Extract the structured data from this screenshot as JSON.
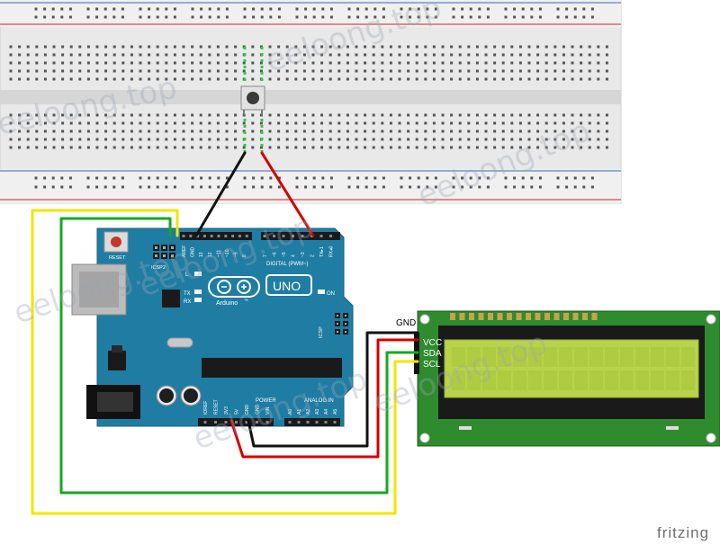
{
  "watermark": "eeloong.top",
  "branding": "fritzing",
  "arduino": {
    "brand": "Arduino",
    "model": "UNO",
    "trademark": "™",
    "reset_label": "RESET",
    "icsp2_label": "ICSP2",
    "icsp_label": "ICSP",
    "tx_label": "TX",
    "rx_label": "RX",
    "l_label": "L",
    "on_label": "ON",
    "digital_label": "DIGITAL (PWM~)",
    "power_label": "POWER",
    "analog_label": "ANALOG IN",
    "digital_pins": [
      "AREF",
      "GND",
      "13",
      "12",
      "~11",
      "~10",
      "~9",
      "8",
      "7",
      "~6",
      "~5",
      "4",
      "~3",
      "2",
      "TX▸1",
      "RX◂0"
    ],
    "power_pins": [
      "IOREF",
      "RESET",
      "3V3",
      "5V",
      "GND",
      "GND",
      "VIN"
    ],
    "analog_pins": [
      "A0",
      "A1",
      "A2",
      "A3",
      "A4",
      "A5"
    ]
  },
  "lcd": {
    "pins": [
      {
        "label": "GND"
      },
      {
        "label": "VCC"
      },
      {
        "label": "SDA"
      },
      {
        "label": "SCL"
      }
    ]
  },
  "wire_colors": {
    "gnd": "#111111",
    "vcc": "#d40000",
    "sda": "#16a81e",
    "scl": "#f2e600"
  },
  "colors": {
    "board": "#1f7da3",
    "pcb_green": "#2e8b2e",
    "lcd_screen": "#b8d34a",
    "breadboard": "#e8e8e8"
  }
}
